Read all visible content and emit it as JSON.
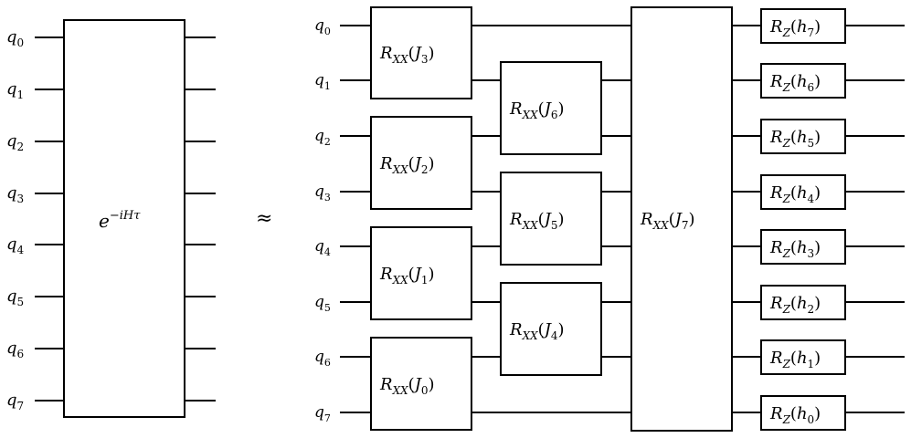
{
  "left_circuit": {
    "qubits": [
      {
        "name": "q",
        "sub": "0"
      },
      {
        "name": "q",
        "sub": "1"
      },
      {
        "name": "q",
        "sub": "2"
      },
      {
        "name": "q",
        "sub": "3"
      },
      {
        "name": "q",
        "sub": "4"
      },
      {
        "name": "q",
        "sub": "5"
      },
      {
        "name": "q",
        "sub": "6"
      },
      {
        "name": "q",
        "sub": "7"
      }
    ],
    "operator": {
      "base": "e",
      "exponent": "−iHτ"
    }
  },
  "approx_symbol": "≈",
  "right_circuit": {
    "qubits": [
      {
        "name": "q",
        "sub": "0"
      },
      {
        "name": "q",
        "sub": "1"
      },
      {
        "name": "q",
        "sub": "2"
      },
      {
        "name": "q",
        "sub": "3"
      },
      {
        "name": "q",
        "sub": "4"
      },
      {
        "name": "q",
        "sub": "5"
      },
      {
        "name": "q",
        "sub": "6"
      },
      {
        "name": "q",
        "sub": "7"
      }
    ],
    "rxx_layer1": [
      {
        "gate": "R",
        "gate_sub": "XX",
        "param": "J",
        "param_sub": "3"
      },
      {
        "gate": "R",
        "gate_sub": "XX",
        "param": "J",
        "param_sub": "2"
      },
      {
        "gate": "R",
        "gate_sub": "XX",
        "param": "J",
        "param_sub": "1"
      },
      {
        "gate": "R",
        "gate_sub": "XX",
        "param": "J",
        "param_sub": "0"
      }
    ],
    "rxx_layer2": [
      {
        "gate": "R",
        "gate_sub": "XX",
        "param": "J",
        "param_sub": "6"
      },
      {
        "gate": "R",
        "gate_sub": "XX",
        "param": "J",
        "param_sub": "5"
      },
      {
        "gate": "R",
        "gate_sub": "XX",
        "param": "J",
        "param_sub": "4"
      }
    ],
    "rxx_big": {
      "gate": "R",
      "gate_sub": "XX",
      "param": "J",
      "param_sub": "7"
    },
    "rz_gates": [
      {
        "gate": "R",
        "gate_sub": "Z",
        "param": "h",
        "param_sub": "7"
      },
      {
        "gate": "R",
        "gate_sub": "Z",
        "param": "h",
        "param_sub": "6"
      },
      {
        "gate": "R",
        "gate_sub": "Z",
        "param": "h",
        "param_sub": "5"
      },
      {
        "gate": "R",
        "gate_sub": "Z",
        "param": "h",
        "param_sub": "4"
      },
      {
        "gate": "R",
        "gate_sub": "Z",
        "param": "h",
        "param_sub": "3"
      },
      {
        "gate": "R",
        "gate_sub": "Z",
        "param": "h",
        "param_sub": "2"
      },
      {
        "gate": "R",
        "gate_sub": "Z",
        "param": "h",
        "param_sub": "1"
      },
      {
        "gate": "R",
        "gate_sub": "Z",
        "param": "h",
        "param_sub": "0"
      }
    ]
  }
}
